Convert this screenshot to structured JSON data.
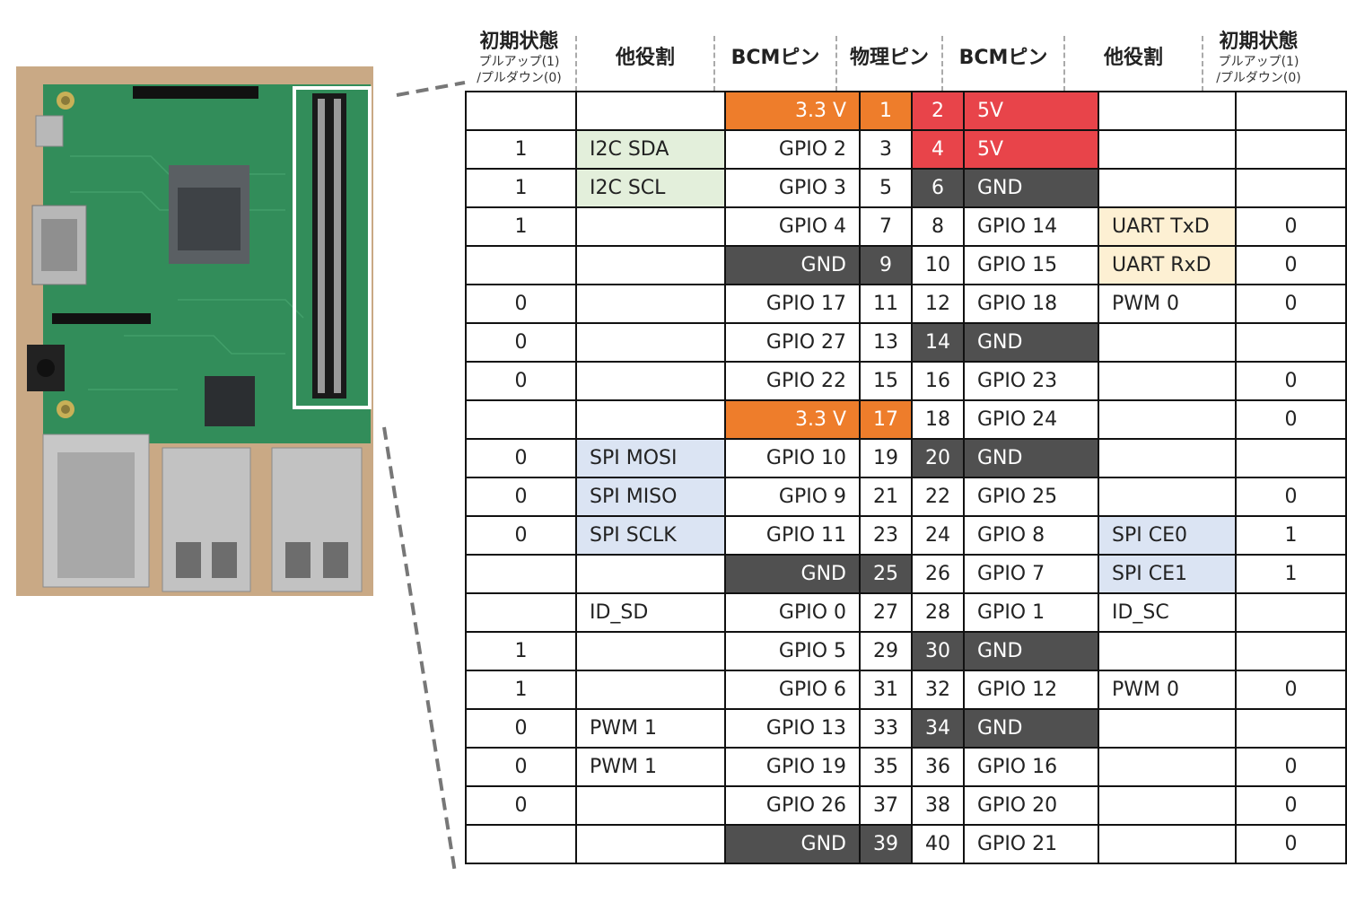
{
  "headers": {
    "state_left": {
      "main": "初期状態",
      "sub1": "プルアップ(1)",
      "sub2": "/プルダウン(0)"
    },
    "role_left": "他役割",
    "bcm_left": "BCMピン",
    "physical": "物理ピン",
    "bcm_right": "BCMピン",
    "role_right": "他役割",
    "state_right": {
      "main": "初期状態",
      "sub1": "プルアップ(1)",
      "sub2": "/プルダウン(0)"
    }
  },
  "colors": {
    "power_3v3": "#ee7d2b",
    "power_5v": "#e8444a",
    "ground": "#505050",
    "i2c": "#e3efdb",
    "uart": "#fdf0d3",
    "spi": "#dbe4f3"
  },
  "rows": [
    {
      "ls": "",
      "lr": "",
      "lrc": "",
      "lb": "3.3 V",
      "lbc": "orange",
      "ln": "1",
      "lnc": "orange",
      "rn": "2",
      "rnc": "red",
      "rb": "5V",
      "rbc": "red",
      "rr": "",
      "rrc": "",
      "rs": ""
    },
    {
      "ls": "1",
      "lr": "I2C SDA",
      "lrc": "green",
      "lb": "GPIO 2",
      "lbc": "",
      "ln": "3",
      "lnc": "",
      "rn": "4",
      "rnc": "red",
      "rb": "5V",
      "rbc": "red",
      "rr": "",
      "rrc": "",
      "rs": ""
    },
    {
      "ls": "1",
      "lr": "I2C SCL",
      "lrc": "green",
      "lb": "GPIO 3",
      "lbc": "",
      "ln": "5",
      "lnc": "",
      "rn": "6",
      "rnc": "gnd",
      "rb": "GND",
      "rbc": "gnd",
      "rr": "",
      "rrc": "",
      "rs": ""
    },
    {
      "ls": "1",
      "lr": "",
      "lrc": "",
      "lb": "GPIO 4",
      "lbc": "",
      "ln": "7",
      "lnc": "",
      "rn": "8",
      "rnc": "",
      "rb": "GPIO 14",
      "rbc": "",
      "rr": "UART TxD",
      "rrc": "yellow",
      "rs": "0"
    },
    {
      "ls": "",
      "lr": "",
      "lrc": "",
      "lb": "GND",
      "lbc": "gnd",
      "ln": "9",
      "lnc": "gnd",
      "rn": "10",
      "rnc": "",
      "rb": "GPIO 15",
      "rbc": "",
      "rr": "UART RxD",
      "rrc": "yellow",
      "rs": "0"
    },
    {
      "ls": "0",
      "lr": "",
      "lrc": "",
      "lb": "GPIO 17",
      "lbc": "",
      "ln": "11",
      "lnc": "",
      "rn": "12",
      "rnc": "",
      "rb": "GPIO 18",
      "rbc": "",
      "rr": "PWM 0",
      "rrc": "",
      "rs": "0"
    },
    {
      "ls": "0",
      "lr": "",
      "lrc": "",
      "lb": "GPIO 27",
      "lbc": "",
      "ln": "13",
      "lnc": "",
      "rn": "14",
      "rnc": "gnd",
      "rb": "GND",
      "rbc": "gnd",
      "rr": "",
      "rrc": "",
      "rs": ""
    },
    {
      "ls": "0",
      "lr": "",
      "lrc": "",
      "lb": "GPIO 22",
      "lbc": "",
      "ln": "15",
      "lnc": "",
      "rn": "16",
      "rnc": "",
      "rb": "GPIO 23",
      "rbc": "",
      "rr": "",
      "rrc": "",
      "rs": "0"
    },
    {
      "ls": "",
      "lr": "",
      "lrc": "",
      "lb": "3.3 V",
      "lbc": "orange",
      "ln": "17",
      "lnc": "orange",
      "rn": "18",
      "rnc": "",
      "rb": "GPIO 24",
      "rbc": "",
      "rr": "",
      "rrc": "",
      "rs": "0"
    },
    {
      "ls": "0",
      "lr": "SPI MOSI",
      "lrc": "blue",
      "lb": "GPIO 10",
      "lbc": "",
      "ln": "19",
      "lnc": "",
      "rn": "20",
      "rnc": "gnd",
      "rb": "GND",
      "rbc": "gnd",
      "rr": "",
      "rrc": "",
      "rs": ""
    },
    {
      "ls": "0",
      "lr": "SPI MISO",
      "lrc": "blue",
      "lb": "GPIO 9",
      "lbc": "",
      "ln": "21",
      "lnc": "",
      "rn": "22",
      "rnc": "",
      "rb": "GPIO 25",
      "rbc": "",
      "rr": "",
      "rrc": "",
      "rs": "0"
    },
    {
      "ls": "0",
      "lr": "SPI SCLK",
      "lrc": "blue",
      "lb": "GPIO 11",
      "lbc": "",
      "ln": "23",
      "lnc": "",
      "rn": "24",
      "rnc": "",
      "rb": "GPIO 8",
      "rbc": "",
      "rr": "SPI CE0",
      "rrc": "blue",
      "rs": "1"
    },
    {
      "ls": "",
      "lr": "",
      "lrc": "",
      "lb": "GND",
      "lbc": "gnd",
      "ln": "25",
      "lnc": "gnd",
      "rn": "26",
      "rnc": "",
      "rb": "GPIO 7",
      "rbc": "",
      "rr": "SPI CE1",
      "rrc": "blue",
      "rs": "1"
    },
    {
      "ls": "",
      "lr": "ID_SD",
      "lrc": "",
      "lb": "GPIO 0",
      "lbc": "",
      "ln": "27",
      "lnc": "",
      "rn": "28",
      "rnc": "",
      "rb": "GPIO 1",
      "rbc": "",
      "rr": "ID_SC",
      "rrc": "",
      "rs": ""
    },
    {
      "ls": "1",
      "lr": "",
      "lrc": "",
      "lb": "GPIO 5",
      "lbc": "",
      "ln": "29",
      "lnc": "",
      "rn": "30",
      "rnc": "gnd",
      "rb": "GND",
      "rbc": "gnd",
      "rr": "",
      "rrc": "",
      "rs": ""
    },
    {
      "ls": "1",
      "lr": "",
      "lrc": "",
      "lb": "GPIO 6",
      "lbc": "",
      "ln": "31",
      "lnc": "",
      "rn": "32",
      "rnc": "",
      "rb": "GPIO 12",
      "rbc": "",
      "rr": "PWM 0",
      "rrc": "",
      "rs": "0"
    },
    {
      "ls": "0",
      "lr": "PWM 1",
      "lrc": "",
      "lb": "GPIO 13",
      "lbc": "",
      "ln": "33",
      "lnc": "",
      "rn": "34",
      "rnc": "gnd",
      "rb": "GND",
      "rbc": "gnd",
      "rr": "",
      "rrc": "",
      "rs": ""
    },
    {
      "ls": "0",
      "lr": "PWM 1",
      "lrc": "",
      "lb": "GPIO 19",
      "lbc": "",
      "ln": "35",
      "lnc": "",
      "rn": "36",
      "rnc": "",
      "rb": "GPIO 16",
      "rbc": "",
      "rr": "",
      "rrc": "",
      "rs": "0"
    },
    {
      "ls": "0",
      "lr": "",
      "lrc": "",
      "lb": "GPIO 26",
      "lbc": "",
      "ln": "37",
      "lnc": "",
      "rn": "38",
      "rnc": "",
      "rb": "GPIO 20",
      "rbc": "",
      "rr": "",
      "rrc": "",
      "rs": "0"
    },
    {
      "ls": "",
      "lr": "",
      "lrc": "",
      "lb": "GND",
      "lbc": "gnd",
      "ln": "39",
      "lnc": "gnd",
      "rn": "40",
      "rnc": "",
      "rb": "GPIO 21",
      "rbc": "",
      "rr": "",
      "rrc": "",
      "rs": "0"
    }
  ]
}
